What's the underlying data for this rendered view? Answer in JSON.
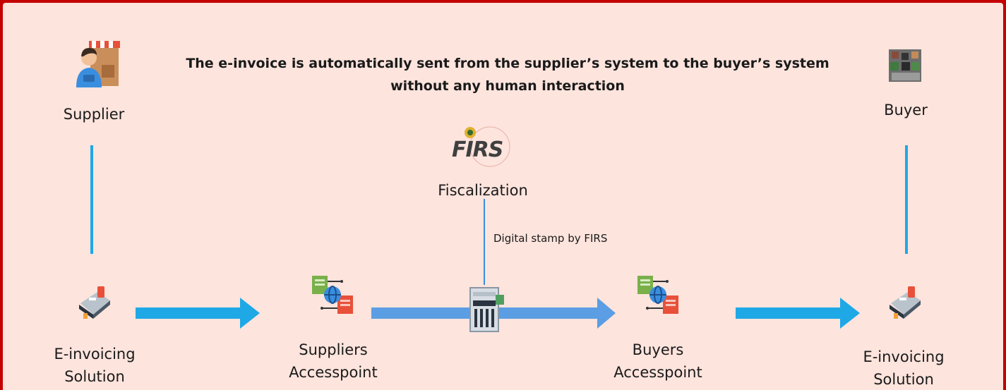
{
  "caption": {
    "line1": "The e-invoice is automatically sent from the supplier’s system to the buyer’s system",
    "line2": "without any human interaction"
  },
  "nodes": {
    "supplier": "Supplier",
    "buyer": "Buyer",
    "fiscalization": "Fiscalization",
    "firs_logo_text": "FIRS",
    "left_solution": [
      "E-invoicing",
      "Solution"
    ],
    "suppliers_accesspoint": [
      "Suppliers",
      "Accesspoint"
    ],
    "buyers_accesspoint": [
      "Buyers",
      "Accesspoint"
    ],
    "right_solution": [
      "E-invoicing",
      "Solution"
    ]
  },
  "edge_labels": {
    "digital_stamp": "Digital stamp by FIRS"
  },
  "icons": {
    "supplier": "shopkeeper-icon",
    "buyer": "buyer-icon",
    "firs": "firs-seal-icon",
    "solution": "e-invoicing-device-icon",
    "accesspoint": "accesspoint-globe-icon",
    "server": "server-stamp-icon"
  },
  "colors": {
    "background": "#fde4dd",
    "border": "#c40000",
    "connector": "#1fa8e6",
    "arrow_dark": "#3a8ee0"
  }
}
